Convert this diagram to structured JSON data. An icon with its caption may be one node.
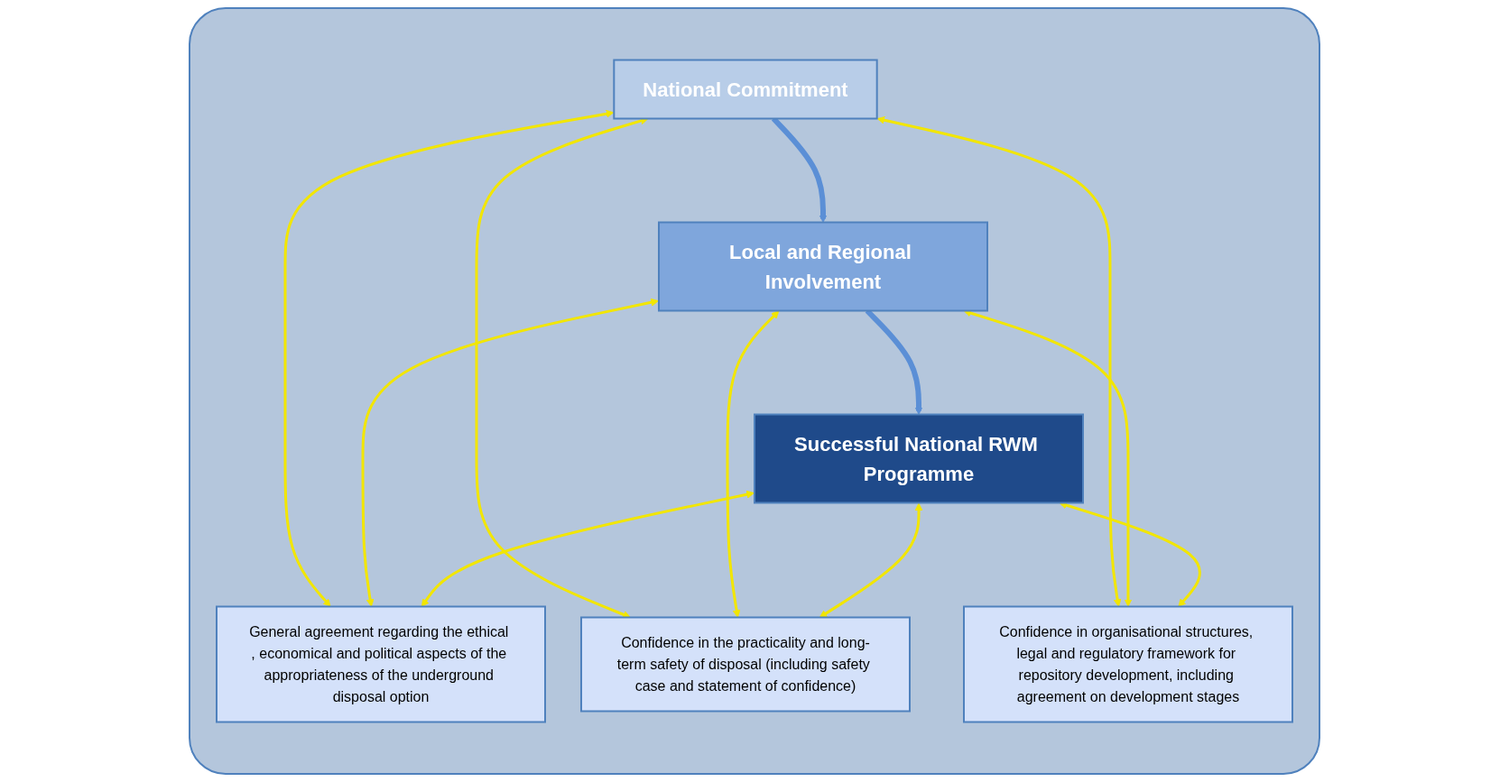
{
  "diagram": {
    "nodes": [
      {
        "text": [],
        "shape": "box"
      },
      {
        "text": [
          "National Commitment"
        ],
        "in": 0
      },
      {
        "text": [
          "Local and Regional Involvement"
        ],
        "in": 0
      },
      {
        "text": [
          "Successful National RWM Programme"
        ],
        "in": 0
      },
      {
        "text": [
          "General agreement regarding the ethical , economical and political aspects of the appropriateness of the underground disposal option"
        ],
        "in": 0
      },
      {
        "text": [
          "Confidence in the practicality and long-term safety of disposal (including safety case and statement of confidence)"
        ],
        "in": 0
      },
      {
        "text": [
          "Confidence in organisational structures, legal and regulatory framework for repository development, including agreement on development stages"
        ],
        "in": 0
      }
    ],
    "edges": [
      {
        "from": 1,
        "to": 2,
        "arrow": "to",
        "style": "thick",
        "color": "#5b8fd6"
      },
      {
        "from": 2,
        "to": 3,
        "arrow": "to",
        "style": "thick",
        "color": "#5b8fd6"
      },
      {
        "from": 1,
        "to": 4,
        "arrow": "both"
      },
      {
        "from": 1,
        "to": 5,
        "arrow": "both"
      },
      {
        "from": 1,
        "to": 6,
        "arrow": "both"
      },
      {
        "from": 2,
        "to": 4,
        "arrow": "both"
      },
      {
        "from": 2,
        "to": 5,
        "arrow": "both"
      },
      {
        "from": 2,
        "to": 6,
        "arrow": "both"
      },
      {
        "from": 3,
        "to": 4,
        "arrow": "both"
      },
      {
        "from": 3,
        "to": 5,
        "arrow": "both"
      },
      {
        "from": 3,
        "to": 6,
        "arrow": "both"
      }
    ]
  }
}
